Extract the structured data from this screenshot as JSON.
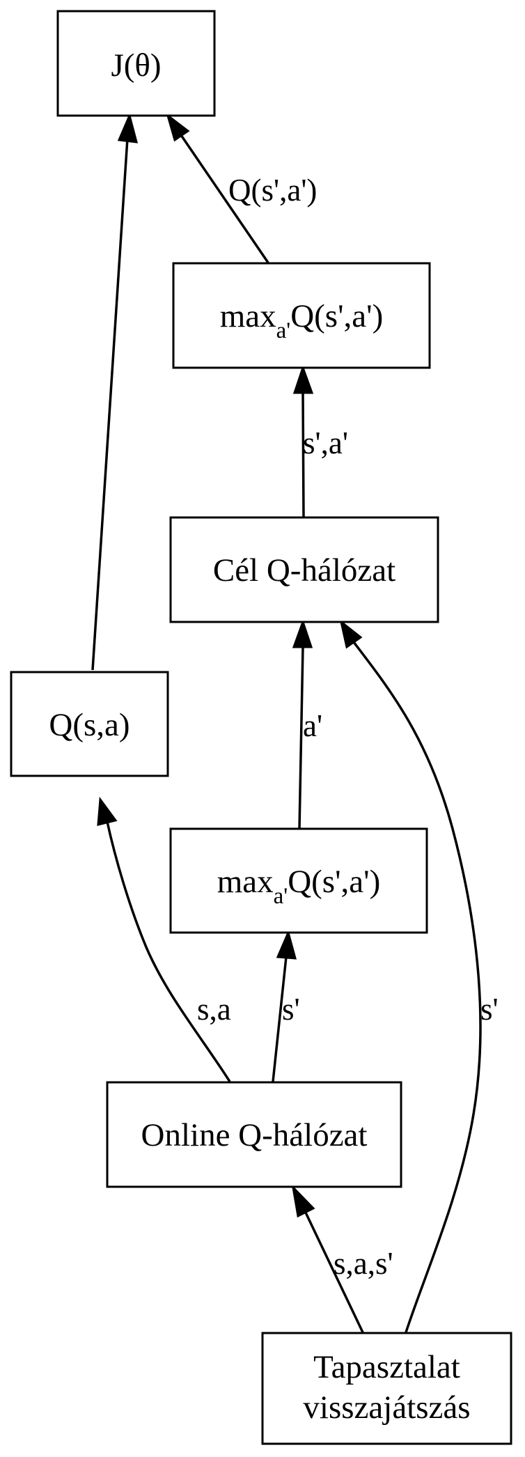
{
  "nodes": {
    "j_theta": {
      "label": "J(θ)"
    },
    "max_target": {
      "prefix": "max",
      "subscript": "a'",
      "suffix": "Q(s',a')"
    },
    "target_net": {
      "label": "Cél Q-hálózat"
    },
    "q_sa": {
      "label": "Q(s,a)"
    },
    "max_online": {
      "prefix": "max",
      "subscript": "a'",
      "suffix": "Q(s',a')"
    },
    "online_net": {
      "label": "Online Q-hálózat"
    },
    "replay": {
      "line1": "Tapasztalat",
      "line2": "visszajátszás"
    }
  },
  "edges": {
    "max_target_to_j": "Q(s',a')",
    "target_to_max_target": "s',a'",
    "max_online_to_target": "a'",
    "online_to_q_sa": "s,a",
    "online_to_max_online": "s'",
    "replay_to_target": "s'",
    "replay_to_online": "s,a,s'",
    "q_sa_to_j": ""
  },
  "colors": {
    "stroke": "#000000",
    "fill": "#ffffff"
  }
}
